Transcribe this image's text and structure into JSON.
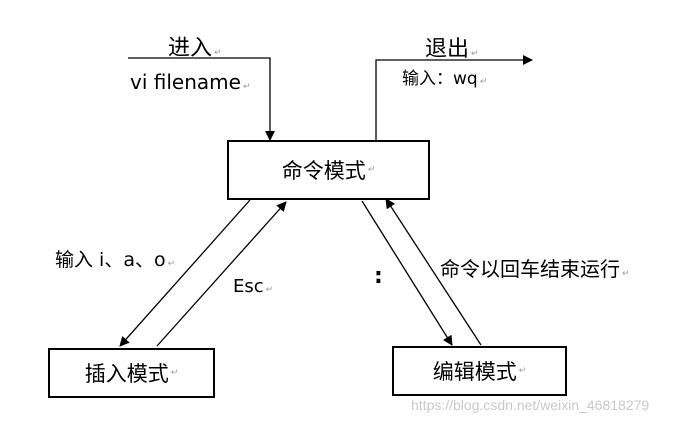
{
  "nodes": {
    "command_mode": "命令模式",
    "insert_mode": "插入模式",
    "edit_mode": "编辑模式"
  },
  "labels": {
    "enter": "进入",
    "enter_command": "vi filename",
    "exit": "退出",
    "exit_command": "输入：wq",
    "to_insert": "输入 i、a、o",
    "esc": "Esc",
    "colon": ":",
    "run_command": "命令以回车结束运行"
  },
  "paragraph_mark": "↵",
  "watermark": "https://blog.csdn.net/weixin_46818279",
  "colors": {
    "line": "#000000",
    "watermark": "#c8c8c8"
  }
}
